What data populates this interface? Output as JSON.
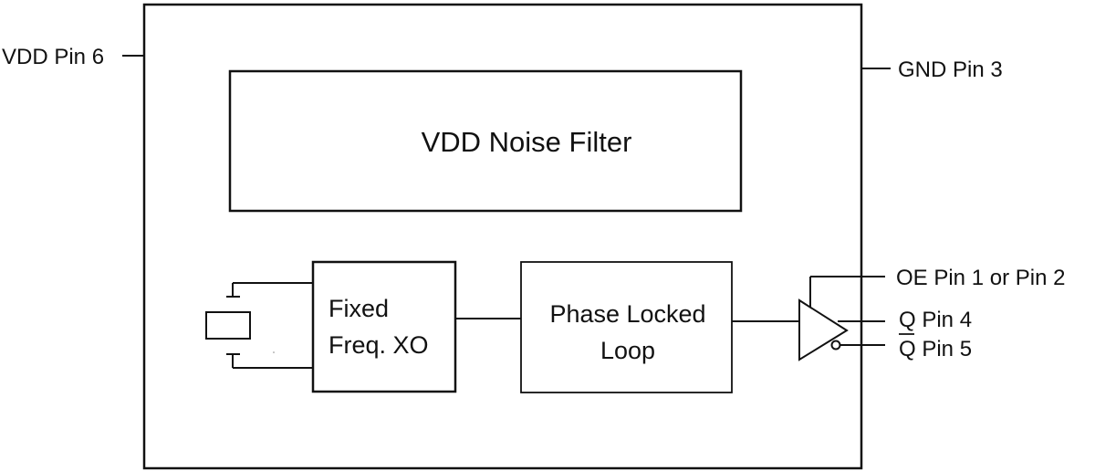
{
  "colors": {
    "stroke": "#111111",
    "background": "#ffffff"
  },
  "pins": {
    "vdd": "VDD Pin 6",
    "gnd": "GND Pin 3",
    "oe": "OE Pin 1 or Pin 2",
    "q": "Q Pin 4",
    "qbar_letter": "Q",
    "qbar_suffix": " Pin 5"
  },
  "blocks": {
    "noise_filter": "VDD Noise Filter",
    "xo_line1": "Fixed",
    "xo_line2": "Freq. XO",
    "pll_line1": "Phase Locked",
    "pll_line2": "Loop"
  },
  "icons": {
    "crystal": "crystal-resonator-icon",
    "buffer": "differential-buffer-icon"
  }
}
